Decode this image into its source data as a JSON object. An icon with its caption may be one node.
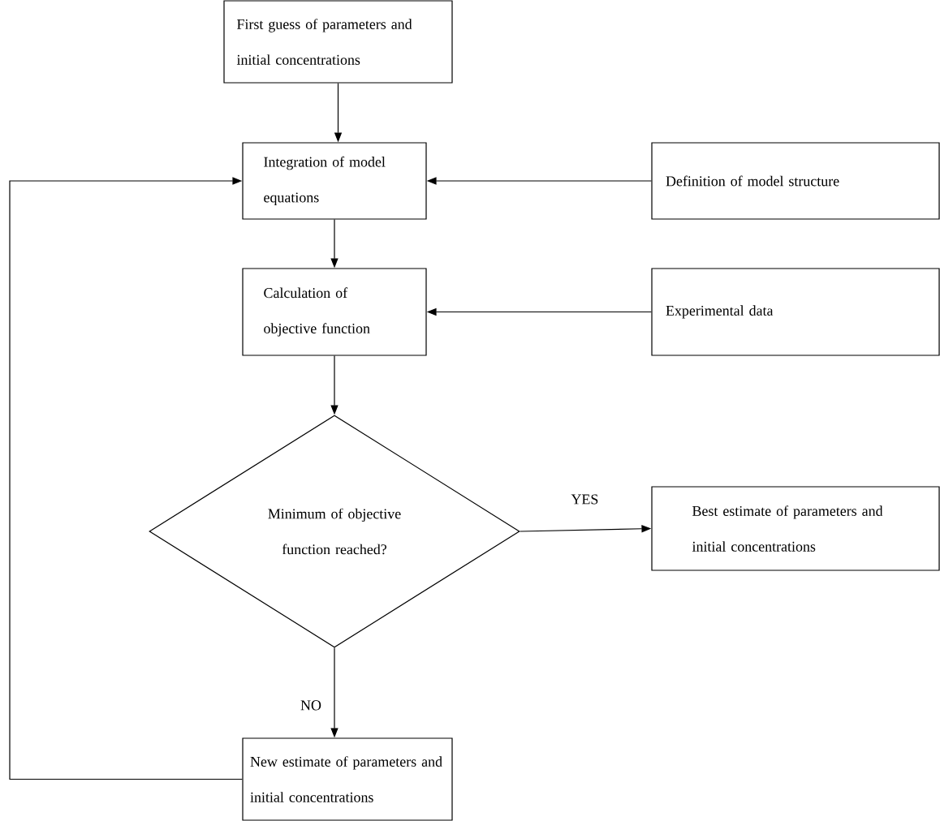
{
  "diagram": {
    "nodes": [
      {
        "text": [
          "First guess of parameters and initial concentrations"
        ]
      },
      {
        "text": [
          "Integration of model equations"
        ]
      },
      {
        "text": [
          "Definition of model structure"
        ]
      },
      {
        "text": [
          "Calculation of objective function"
        ]
      },
      {
        "text": [
          "Experimental data"
        ]
      },
      {
        "text": [
          "Minimum of objective function reached?"
        ]
      },
      {
        "text": [
          "Best estimate of parameters and initial concentrations"
        ]
      },
      {
        "text": [
          "New estimate of parameters and initial concentrations"
        ]
      }
    ],
    "edges": [
      {
        "from": 0,
        "to": 1,
        "arrow": "to"
      },
      {
        "from": 2,
        "to": 1,
        "arrow": "to"
      },
      {
        "from": 1,
        "to": 3,
        "arrow": "to"
      },
      {
        "from": 4,
        "to": 3,
        "arrow": "to"
      },
      {
        "from": 3,
        "to": 5,
        "arrow": "to"
      },
      {
        "from": 5,
        "to": 6,
        "arrow": "to",
        "label": "YES"
      },
      {
        "from": 5,
        "to": 7,
        "arrow": "to",
        "label": "NO"
      },
      {
        "from": 7,
        "to": 1,
        "arrow": "to"
      }
    ]
  }
}
